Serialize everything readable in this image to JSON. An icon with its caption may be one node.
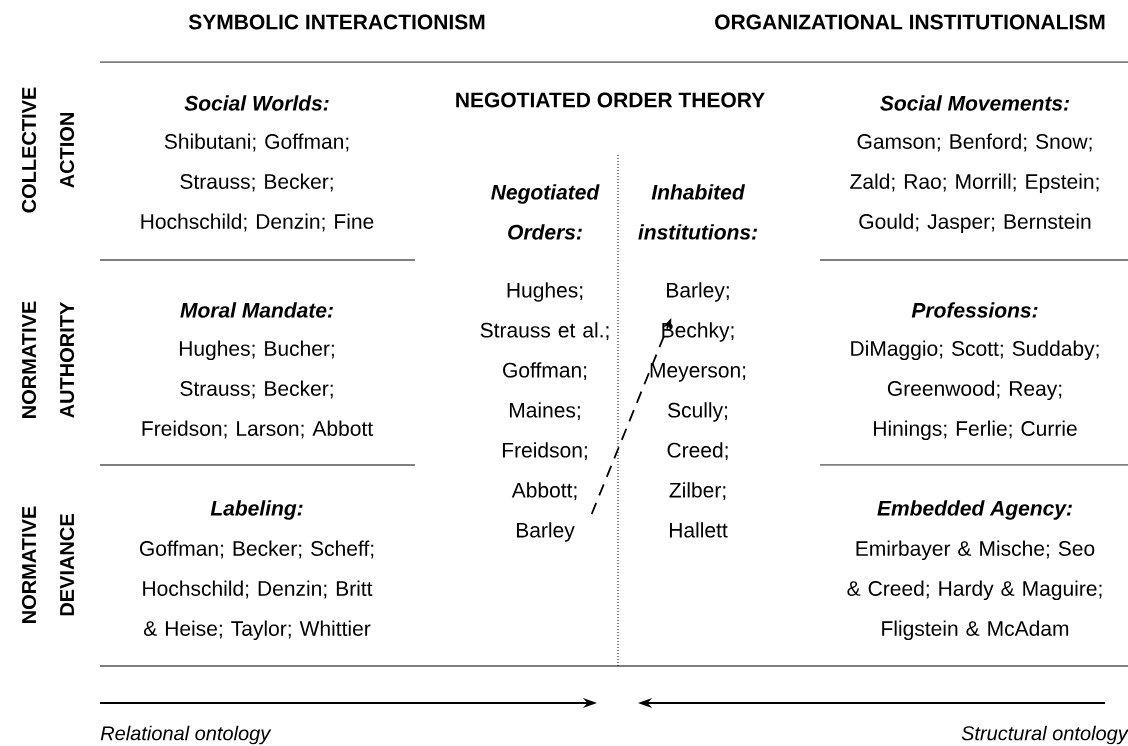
{
  "diagram": {
    "nodes": [
      {
        "text": [
          "Negotiated Orders:",
          "Hughes;",
          "Strauss et al.;",
          "Goffman;",
          "Maines;",
          "Freidson;",
          "Abbott;",
          "Barley"
        ]
      },
      {
        "text": [
          "Inhabited institutions:",
          "Barley;",
          "Bechky;",
          "Meyerson;",
          "Scully;",
          "Creed;",
          "Zilber;",
          "Hallett"
        ]
      }
    ],
    "edges": [
      {
        "from": 0,
        "to": 1,
        "arrow": "to",
        "style": "dashed"
      }
    ],
    "labels": [
      "SYMBOLIC INTERACTIONISM",
      "ORGANIZATIONAL INSTITUTIONALISM",
      "COLLECTIVE ACTION",
      "Social Worlds:",
      "Shibutani; Goffman; Strauss; Becker; Hochschild; Denzin; Fine",
      "NEGOTIATED ORDER THEORY",
      "Social Movements:",
      "Gamson; Benford; Snow; Zald; Rao; Morrill; Epstein; Gould; Jasper; Bernstein",
      "NORMATIVE AUTHORITY",
      "Moral Mandate:",
      "Hughes; Bucher; Strauss; Becker; Freidson; Larson; Abbott",
      "Professions:",
      "DiMaggio; Scott; Suddaby; Greenwood; Reay; Hinings; Ferlie; Currie",
      "NORMATIVE DEVIANCE",
      "Labeling:",
      "Goffman; Becker; Scheff; Hochschild; Denzin; Britt & Heise; Taylor; Whittier",
      "Embedded Agency:",
      "Emirbayer & Mische; Seo & Creed; Hardy & Maguire; Fligstein & McAdam",
      "Relational ontology",
      "Structural ontology"
    ]
  }
}
